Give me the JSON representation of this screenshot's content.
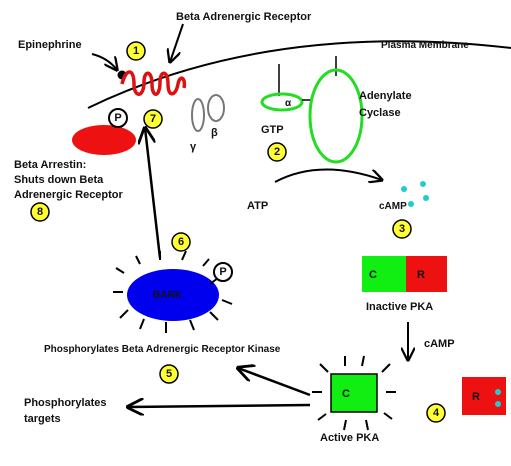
{
  "labels": {
    "beta_receptor": "Beta Adrenergic Receptor",
    "epinephrine": "Epinephrine",
    "plasma_membrane": "Plasma Membrane",
    "adenylate": "Adenylate",
    "cyclase": "Cyclase",
    "alpha": "α",
    "beta": "β",
    "gamma": "γ",
    "gtp": "GTP",
    "atp": "ATP",
    "camp": "cAMP",
    "camp_arrow": "cAMP",
    "beta_arrestin_1": "Beta Arrestin:",
    "beta_arrestin_2": "Shuts down Beta",
    "beta_arrestin_3": "Adrenergic Receptor",
    "bark": "BARK",
    "phospho_p": "P",
    "phospho_p2": "P",
    "inactive_pka": "Inactive PKA",
    "pka_c": "C",
    "pka_r": "R",
    "active_pka": "Active PKA",
    "active_c": "C",
    "free_r": "R",
    "phosphorylates_bark": "Phosphorylates Beta Adrenergic Receptor Kinase",
    "phospho_targets_1": "Phosphorylates",
    "phospho_targets_2": "targets"
  },
  "steps": [
    "1",
    "2",
    "3",
    "4",
    "5",
    "6",
    "7",
    "8"
  ],
  "colors": {
    "receptor": "#dd1111",
    "arrestin": "#ee1111",
    "bark": "#0000ee",
    "cyclase": "#22dd22",
    "pka_c": "#11ee11",
    "pka_r": "#ee1111",
    "camp_dots": "#22cccc",
    "step_circle": "#ffff33"
  }
}
